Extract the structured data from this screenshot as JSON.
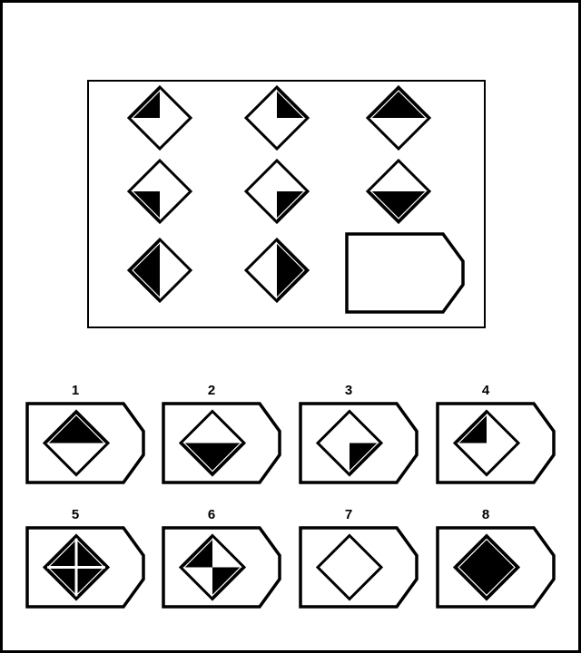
{
  "colors": {
    "ink": "#000000",
    "paper": "#ffffff"
  },
  "matrix": {
    "cells": [
      {
        "fill": "half-left-top"
      },
      {
        "fill": "half-right-top"
      },
      {
        "fill": "half-top"
      },
      {
        "fill": "half-left-bottom"
      },
      {
        "fill": "half-right-bottom"
      },
      {
        "fill": "half-bottom"
      },
      {
        "fill": "half-left"
      },
      {
        "fill": "half-right"
      },
      {
        "fill": "missing"
      }
    ]
  },
  "options": [
    {
      "label": "1",
      "fill": "half-top"
    },
    {
      "label": "2",
      "fill": "half-bottom"
    },
    {
      "label": "3",
      "fill": "half-right-bottom"
    },
    {
      "label": "4",
      "fill": "half-left-top"
    },
    {
      "label": "5",
      "fill": "cross-lines"
    },
    {
      "label": "6",
      "fill": "quarters-left-right"
    },
    {
      "label": "7",
      "fill": "empty"
    },
    {
      "label": "8",
      "fill": "full"
    }
  ]
}
